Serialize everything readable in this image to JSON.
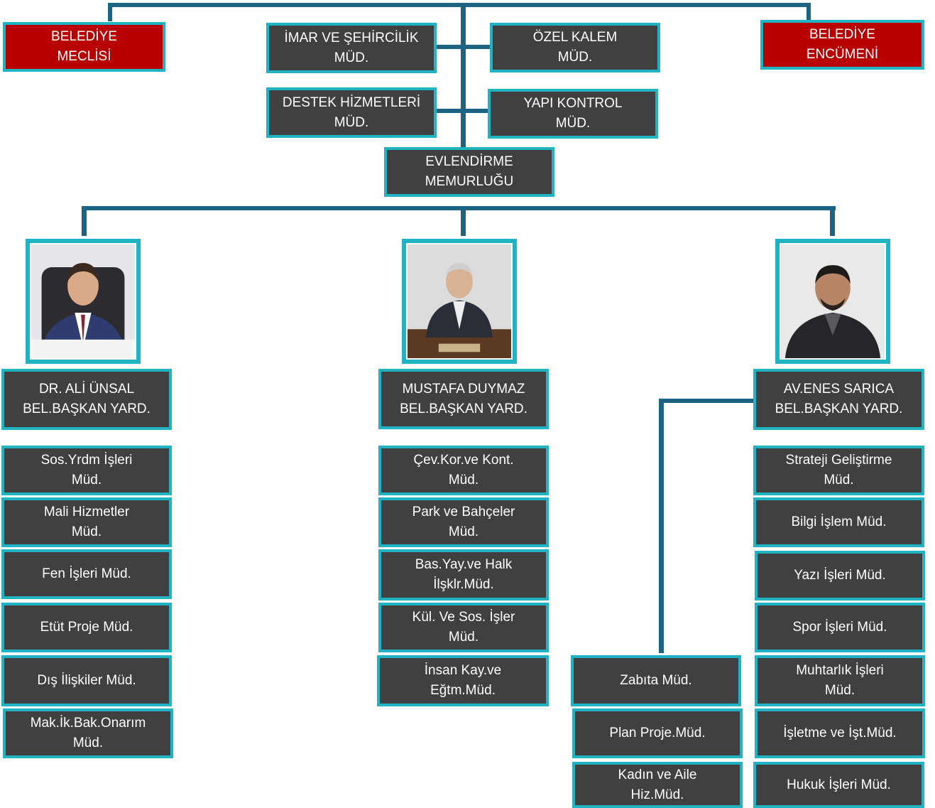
{
  "colors": {
    "box_fill": "#404040",
    "box_border": "#1fb3c3",
    "council_fill": "#b90000",
    "connector": "#1d6482"
  },
  "top": {
    "council": "BELEDİYE\nMECLİSİ",
    "committee": "BELEDİYE\nENCÜMENİ",
    "imar": "İMAR VE ŞEHİRCİLİK\nMÜD.",
    "ozel_kalem": "ÖZEL KALEM\nMÜD.",
    "destek": "DESTEK HİZMETLERİ\nMÜD.",
    "yapi_kontrol": "YAPI KONTROL\nMÜD.",
    "evlendirme": "EVLENDİRME\nMEMURLUĞU"
  },
  "deputies": [
    {
      "title": "DR. ALİ ÜNSAL\nBEL.BAŞKAN YARD.",
      "photo_icon": "person-portrait-icon",
      "departments": [
        "Sos.Yrdm İşleri\nMüd.",
        "Mali Hizmetler\nMüd.",
        "Fen İşleri Müd.",
        "Etüt Proje Müd.",
        "Dış İlişkiler Müd.",
        "Mak.İk.Bak.Onarım\nMüd."
      ]
    },
    {
      "title": "MUSTAFA DUYMAZ\nBEL.BAŞKAN YARD.",
      "photo_icon": "person-portrait-icon",
      "departments": [
        "Çev.Kor.ve Kont.\nMüd.",
        "Park ve Bahçeler\nMüd.",
        "Bas.Yay.ve Halk\nİlşklr.Müd.",
        "Kül. Ve Sos. İşler\nMüd.",
        "İnsan Kay.ve\nEğtm.Müd."
      ]
    },
    {
      "title": "AV.ENES SARICA\nBEL.BAŞKAN YARD.",
      "photo_icon": "person-portrait-icon",
      "departments": [
        "Strateji Geliştirme\nMüd.",
        "Bilgi İşlem Müd.",
        "Yazı İşleri Müd.",
        "Spor İşleri Müd.",
        "Muhtarlık İşleri\nMüd.",
        "İşletme ve İşt.Müd.",
        "Hukuk İşleri Müd."
      ],
      "extra_departments": [
        "Zabıta Müd.",
        "Plan Proje.Müd.",
        "Kadın ve Aile\nHiz.Müd."
      ]
    }
  ]
}
